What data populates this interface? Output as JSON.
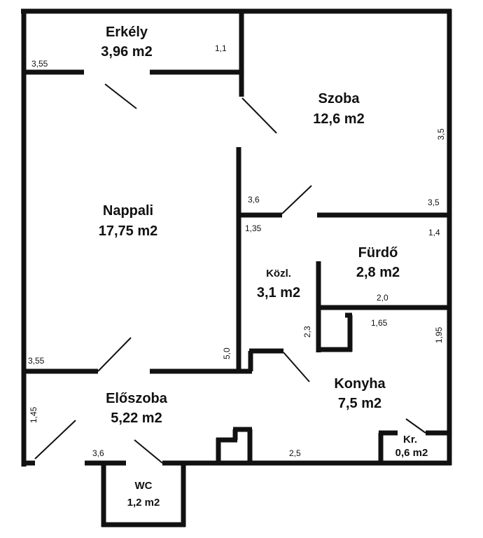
{
  "rooms": {
    "erkely": {
      "name": "Erkély",
      "area": "3,96 m2"
    },
    "szoba": {
      "name": "Szoba",
      "area": "12,6 m2"
    },
    "nappali": {
      "name": "Nappali",
      "area": "17,75 m2"
    },
    "kozl": {
      "name": "Közl.",
      "area": "3,1 m2"
    },
    "furdo": {
      "name": "Fürdő",
      "area": "2,8 m2"
    },
    "eloszoba": {
      "name": "Előszoba",
      "area": "5,22 m2"
    },
    "konyha": {
      "name": "Konyha",
      "area": "7,5 m2"
    },
    "kamra": {
      "name": "Kr.",
      "area": "0,6 m2"
    },
    "wc": {
      "name": "WC",
      "area": "1,2 m2"
    }
  },
  "dimensions": {
    "erkely_width": "3,55",
    "erkely_depth": "1,1",
    "szoba_height": "3,5",
    "szoba_width": "3,6",
    "szoba_width_right": "3,5",
    "kozl_width": "1,35",
    "furdo_depth": "1,4",
    "furdo_width": "2,0",
    "nappali_width_bottom": "3,55",
    "nappali_depth": "5,0",
    "niche_depth": "2,3",
    "konyha_width_top": "1,65",
    "konyha_depth": "1,95",
    "eloszoba_depth": "1,45",
    "eloszoba_width": "3,6",
    "konyha_width_bottom": "2,5"
  }
}
